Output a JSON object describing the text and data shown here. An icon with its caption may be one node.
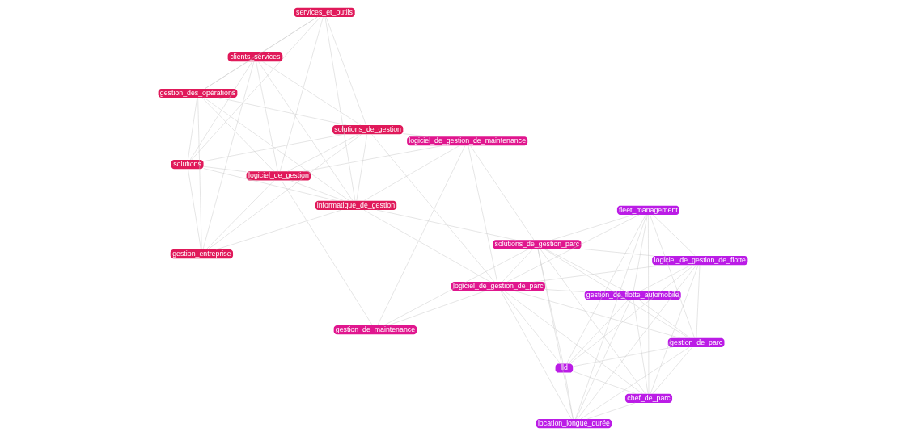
{
  "diagram": {
    "nodes": [
      {
        "text": [
          "services_et_outils"
        ]
      },
      {
        "text": [
          "solutions"
        ]
      },
      {
        "text": [
          "clients_services"
        ]
      },
      {
        "text": [
          "logiciel_de_gestion"
        ]
      },
      {
        "text": [
          "gestion_des_opérations"
        ]
      },
      {
        "text": [
          "solutions_de_gestion"
        ]
      },
      {
        "text": [
          "informatique_de_gestion"
        ]
      },
      {
        "text": [
          "gestion_entreprise"
        ]
      },
      {
        "text": [
          "gestion_de_flotte_automobile"
        ]
      },
      {
        "text": [
          "location_longue_durée"
        ]
      },
      {
        "text": [
          "lld"
        ]
      },
      {
        "text": [
          "fleet_management"
        ]
      },
      {
        "text": [
          "chef_de_parc"
        ]
      },
      {
        "text": [
          "gestion_de_parc"
        ]
      },
      {
        "text": [
          "logiciel_de_gestion_de_flotte"
        ]
      },
      {
        "text": [
          "logiciel_de_gestion_de_parc"
        ]
      },
      {
        "text": [
          "gestion_de_maintenance"
        ]
      },
      {
        "text": [
          "solutions_de_gestion_parc"
        ]
      },
      {
        "text": [
          "logiciel_de_gestion_de_maintenance"
        ]
      }
    ],
    "edges": [
      {
        "from": 0,
        "to": 1,
        "arrow": "none"
      },
      {
        "from": 0,
        "to": 2,
        "arrow": "none"
      },
      {
        "from": 0,
        "to": 4,
        "arrow": "none"
      },
      {
        "from": 0,
        "to": 3,
        "arrow": "none"
      },
      {
        "from": 0,
        "to": 5,
        "arrow": "none"
      },
      {
        "from": 0,
        "to": 6,
        "arrow": "none"
      },
      {
        "from": 1,
        "to": 2,
        "arrow": "none"
      },
      {
        "from": 1,
        "to": 4,
        "arrow": "none"
      },
      {
        "from": 1,
        "to": 7,
        "arrow": "none"
      },
      {
        "from": 1,
        "to": 3,
        "arrow": "none"
      },
      {
        "from": 1,
        "to": 5,
        "arrow": "none"
      },
      {
        "from": 1,
        "to": 6,
        "arrow": "none"
      },
      {
        "from": 2,
        "to": 3,
        "arrow": "none"
      },
      {
        "from": 2,
        "to": 5,
        "arrow": "none"
      },
      {
        "from": 2,
        "to": 6,
        "arrow": "none"
      },
      {
        "from": 2,
        "to": 7,
        "arrow": "none"
      },
      {
        "from": 2,
        "to": 4,
        "arrow": "none"
      },
      {
        "from": 4,
        "to": 3,
        "arrow": "none"
      },
      {
        "from": 4,
        "to": 5,
        "arrow": "none"
      },
      {
        "from": 4,
        "to": 6,
        "arrow": "none"
      },
      {
        "from": 4,
        "to": 7,
        "arrow": "none"
      },
      {
        "from": 7,
        "to": 3,
        "arrow": "none"
      },
      {
        "from": 7,
        "to": 5,
        "arrow": "none"
      },
      {
        "from": 7,
        "to": 6,
        "arrow": "none"
      },
      {
        "from": 3,
        "to": 5,
        "arrow": "none"
      },
      {
        "from": 3,
        "to": 6,
        "arrow": "none"
      },
      {
        "from": 5,
        "to": 6,
        "arrow": "none"
      },
      {
        "from": 3,
        "to": 18,
        "arrow": "none"
      },
      {
        "from": 5,
        "to": 18,
        "arrow": "none"
      },
      {
        "from": 6,
        "to": 18,
        "arrow": "none"
      },
      {
        "from": 3,
        "to": 16,
        "arrow": "none"
      },
      {
        "from": 6,
        "to": 15,
        "arrow": "none"
      },
      {
        "from": 5,
        "to": 15,
        "arrow": "none"
      },
      {
        "from": 6,
        "to": 17,
        "arrow": "none"
      },
      {
        "from": 8,
        "to": 9,
        "arrow": "none"
      },
      {
        "from": 8,
        "to": 10,
        "arrow": "none"
      },
      {
        "from": 8,
        "to": 11,
        "arrow": "none"
      },
      {
        "from": 8,
        "to": 12,
        "arrow": "none"
      },
      {
        "from": 8,
        "to": 13,
        "arrow": "none"
      },
      {
        "from": 8,
        "to": 14,
        "arrow": "none"
      },
      {
        "from": 8,
        "to": 15,
        "arrow": "none"
      },
      {
        "from": 8,
        "to": 17,
        "arrow": "none"
      },
      {
        "from": 9,
        "to": 10,
        "arrow": "none"
      },
      {
        "from": 9,
        "to": 11,
        "arrow": "none"
      },
      {
        "from": 9,
        "to": 12,
        "arrow": "none"
      },
      {
        "from": 9,
        "to": 13,
        "arrow": "none"
      },
      {
        "from": 9,
        "to": 14,
        "arrow": "none"
      },
      {
        "from": 9,
        "to": 15,
        "arrow": "none"
      },
      {
        "from": 9,
        "to": 17,
        "arrow": "none"
      },
      {
        "from": 10,
        "to": 11,
        "arrow": "none"
      },
      {
        "from": 10,
        "to": 12,
        "arrow": "none"
      },
      {
        "from": 10,
        "to": 13,
        "arrow": "none"
      },
      {
        "from": 10,
        "to": 14,
        "arrow": "none"
      },
      {
        "from": 10,
        "to": 15,
        "arrow": "none"
      },
      {
        "from": 10,
        "to": 17,
        "arrow": "none"
      },
      {
        "from": 11,
        "to": 12,
        "arrow": "none"
      },
      {
        "from": 11,
        "to": 13,
        "arrow": "none"
      },
      {
        "from": 11,
        "to": 14,
        "arrow": "none"
      },
      {
        "from": 11,
        "to": 15,
        "arrow": "none"
      },
      {
        "from": 11,
        "to": 17,
        "arrow": "none"
      },
      {
        "from": 12,
        "to": 13,
        "arrow": "none"
      },
      {
        "from": 12,
        "to": 14,
        "arrow": "none"
      },
      {
        "from": 12,
        "to": 15,
        "arrow": "none"
      },
      {
        "from": 12,
        "to": 17,
        "arrow": "none"
      },
      {
        "from": 13,
        "to": 14,
        "arrow": "none"
      },
      {
        "from": 13,
        "to": 15,
        "arrow": "none"
      },
      {
        "from": 13,
        "to": 17,
        "arrow": "none"
      },
      {
        "from": 14,
        "to": 15,
        "arrow": "none"
      },
      {
        "from": 14,
        "to": 17,
        "arrow": "none"
      },
      {
        "from": 15,
        "to": 17,
        "arrow": "none"
      },
      {
        "from": 16,
        "to": 17,
        "arrow": "none"
      },
      {
        "from": 16,
        "to": 15,
        "arrow": "none"
      },
      {
        "from": 16,
        "to": 18,
        "arrow": "none"
      },
      {
        "from": 17,
        "to": 18,
        "arrow": "none"
      },
      {
        "from": 15,
        "to": 18,
        "arrow": "none"
      }
    ]
  }
}
